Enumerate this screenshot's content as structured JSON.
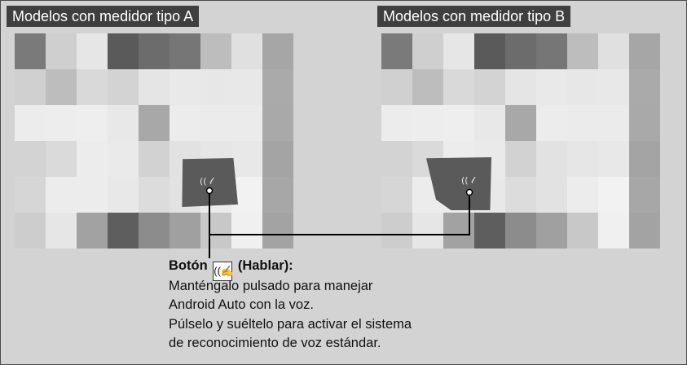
{
  "panel_a_title": "Modelos con medidor tipo A",
  "panel_b_title": "Modelos con medidor tipo B",
  "button_heading_prefix": "Botón",
  "button_heading_suffix": "(Hablar):",
  "talk_icon": "talk-voice-icon",
  "description_lines": [
    "Manténgalo pulsado para manejar",
    "Android Auto con la voz.",
    "Púlselo y suéltelo para activar el sistema",
    "de reconocimiento de voz estándar."
  ],
  "colors": {
    "background": "#d3d3d3",
    "label_background": "#3f3f3f",
    "button": "#5a5a5a"
  }
}
